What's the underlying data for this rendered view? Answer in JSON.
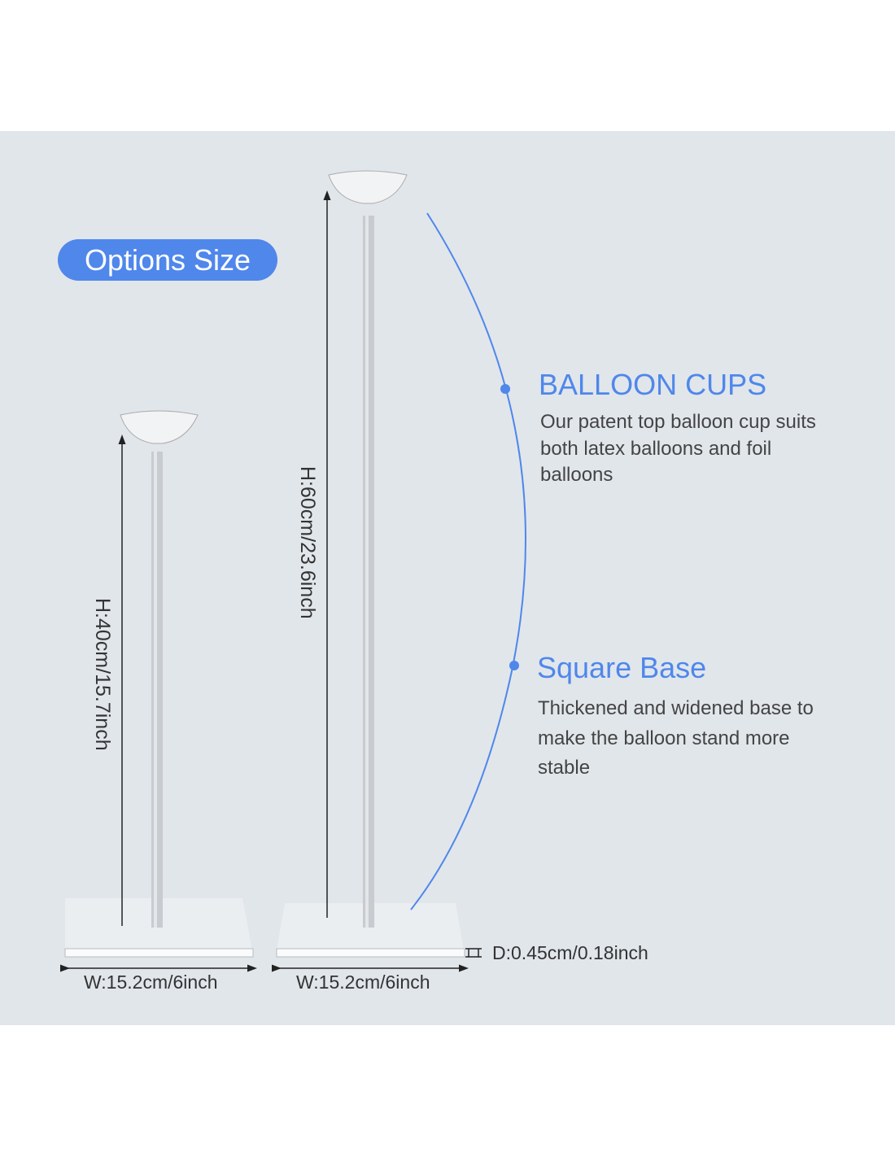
{
  "badge": "Options Size",
  "small_stand": {
    "height_label": "H:40cm/15.7inch",
    "width_label": "W:15.2cm/6inch"
  },
  "large_stand": {
    "height_label": "H:60cm/23.6inch",
    "width_label": "W:15.2cm/6inch",
    "depth_label": "D:0.45cm/0.18inch"
  },
  "features": [
    {
      "title": "BALLOON CUPS",
      "text": "Our patent top balloon cup suits both latex balloons and foil balloons"
    },
    {
      "title": "Square Base",
      "text": "Thickened and widened base to make the balloon stand more stable"
    }
  ],
  "colors": {
    "accent": "#4f87eb",
    "background": "#e1e6eb"
  }
}
